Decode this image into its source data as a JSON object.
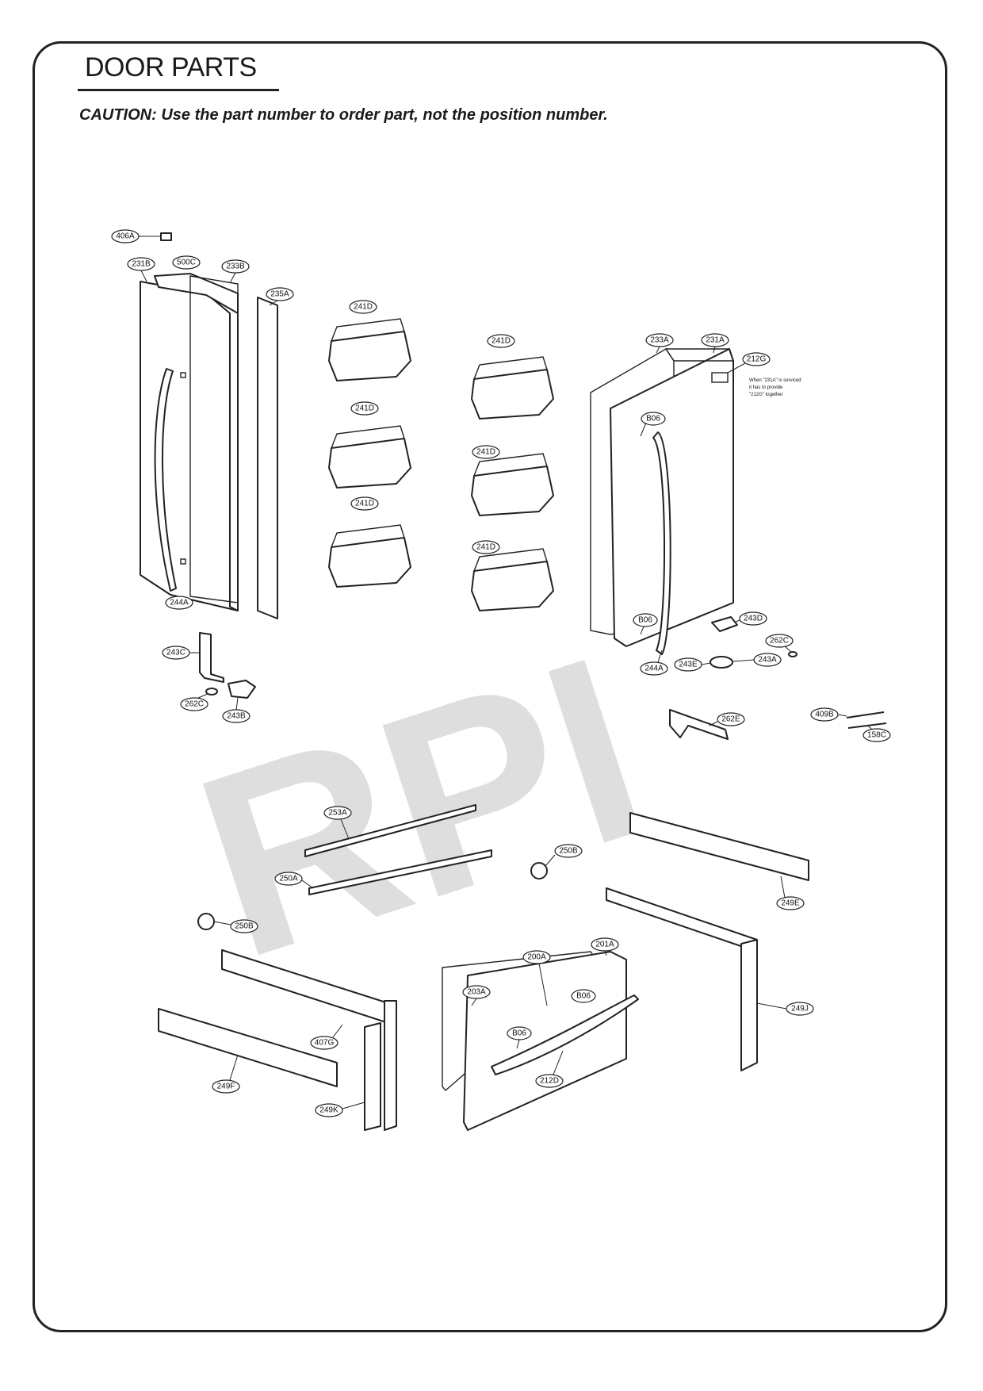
{
  "title": "DOOR PARTS",
  "caution": "CAUTION: Use the part number to order part, not the position number.",
  "watermark": "RPI",
  "note_lines": [
    "When \"231A\" is serviced",
    "it has to provide",
    "\"212G\" together"
  ],
  "callouts": [
    "406A",
    "231B",
    "500C",
    "233B",
    "235A",
    "241D",
    "241D",
    "241D",
    "241D",
    "241D",
    "241D",
    "233A",
    "231A",
    "212G",
    "B06",
    "B06",
    "244A",
    "244A",
    "243C",
    "262C",
    "243B",
    "243D",
    "262C",
    "243A",
    "243E",
    "262E",
    "409B",
    "158C",
    "253A",
    "250A",
    "250B",
    "250B",
    "249E",
    "201A",
    "200A",
    "203A",
    "B06",
    "B06",
    "212D",
    "407G",
    "249F",
    "249K",
    "249J"
  ],
  "colors": {
    "line": "#222222",
    "watermark": "#d4d4d4"
  }
}
